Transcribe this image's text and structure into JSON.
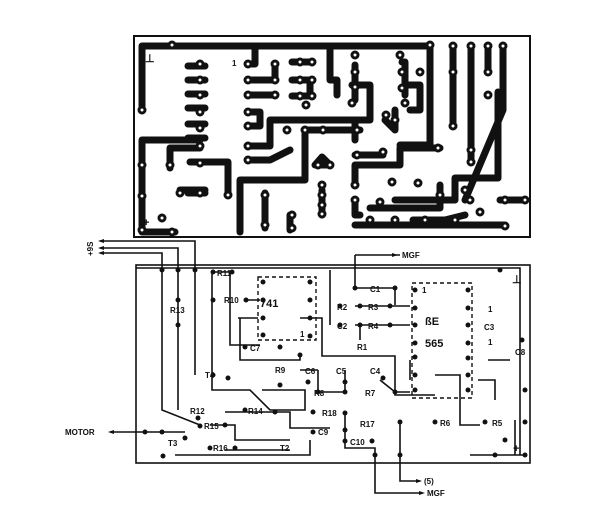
{
  "pcb": {
    "ground_symbol": "⊥",
    "plus_symbol": "+",
    "pin1_label": "1"
  },
  "schematic": {
    "supply_labels": "+9S",
    "ics": [
      {
        "name": "741",
        "pin1": "1"
      },
      {
        "name": "ßE",
        "line2": "565",
        "pin1": "1"
      }
    ],
    "components": {
      "R1": "R1",
      "R2": "R2",
      "R3": "R3",
      "R4": "R4",
      "R5": "R5",
      "R6": "R6",
      "R7": "R7",
      "R8": "R8",
      "R9": "R9",
      "R10": "R10",
      "R11": "R11",
      "R12": "R12",
      "R13": "R13",
      "R14": "R14",
      "R15": "R15",
      "R16": "R16",
      "R17": "R17",
      "R18": "R18",
      "C1": "C1",
      "C2": "C2",
      "C3": "C3",
      "C4": "C4",
      "C5": "C5",
      "C6": "C6",
      "C7": "C7",
      "C8": "C8",
      "C9": "C9",
      "C10": "C10",
      "T2": "T2",
      "T3": "T3",
      "T4": "T4"
    },
    "c3_marks": [
      "1",
      "1"
    ],
    "connectors": {
      "motor": "MOTOR",
      "mgf_top": "MGF",
      "mgf_bottom": "MGF",
      "pin5": "(5)"
    },
    "ground_symbol": "⊥",
    "plus_symbol": "+"
  }
}
